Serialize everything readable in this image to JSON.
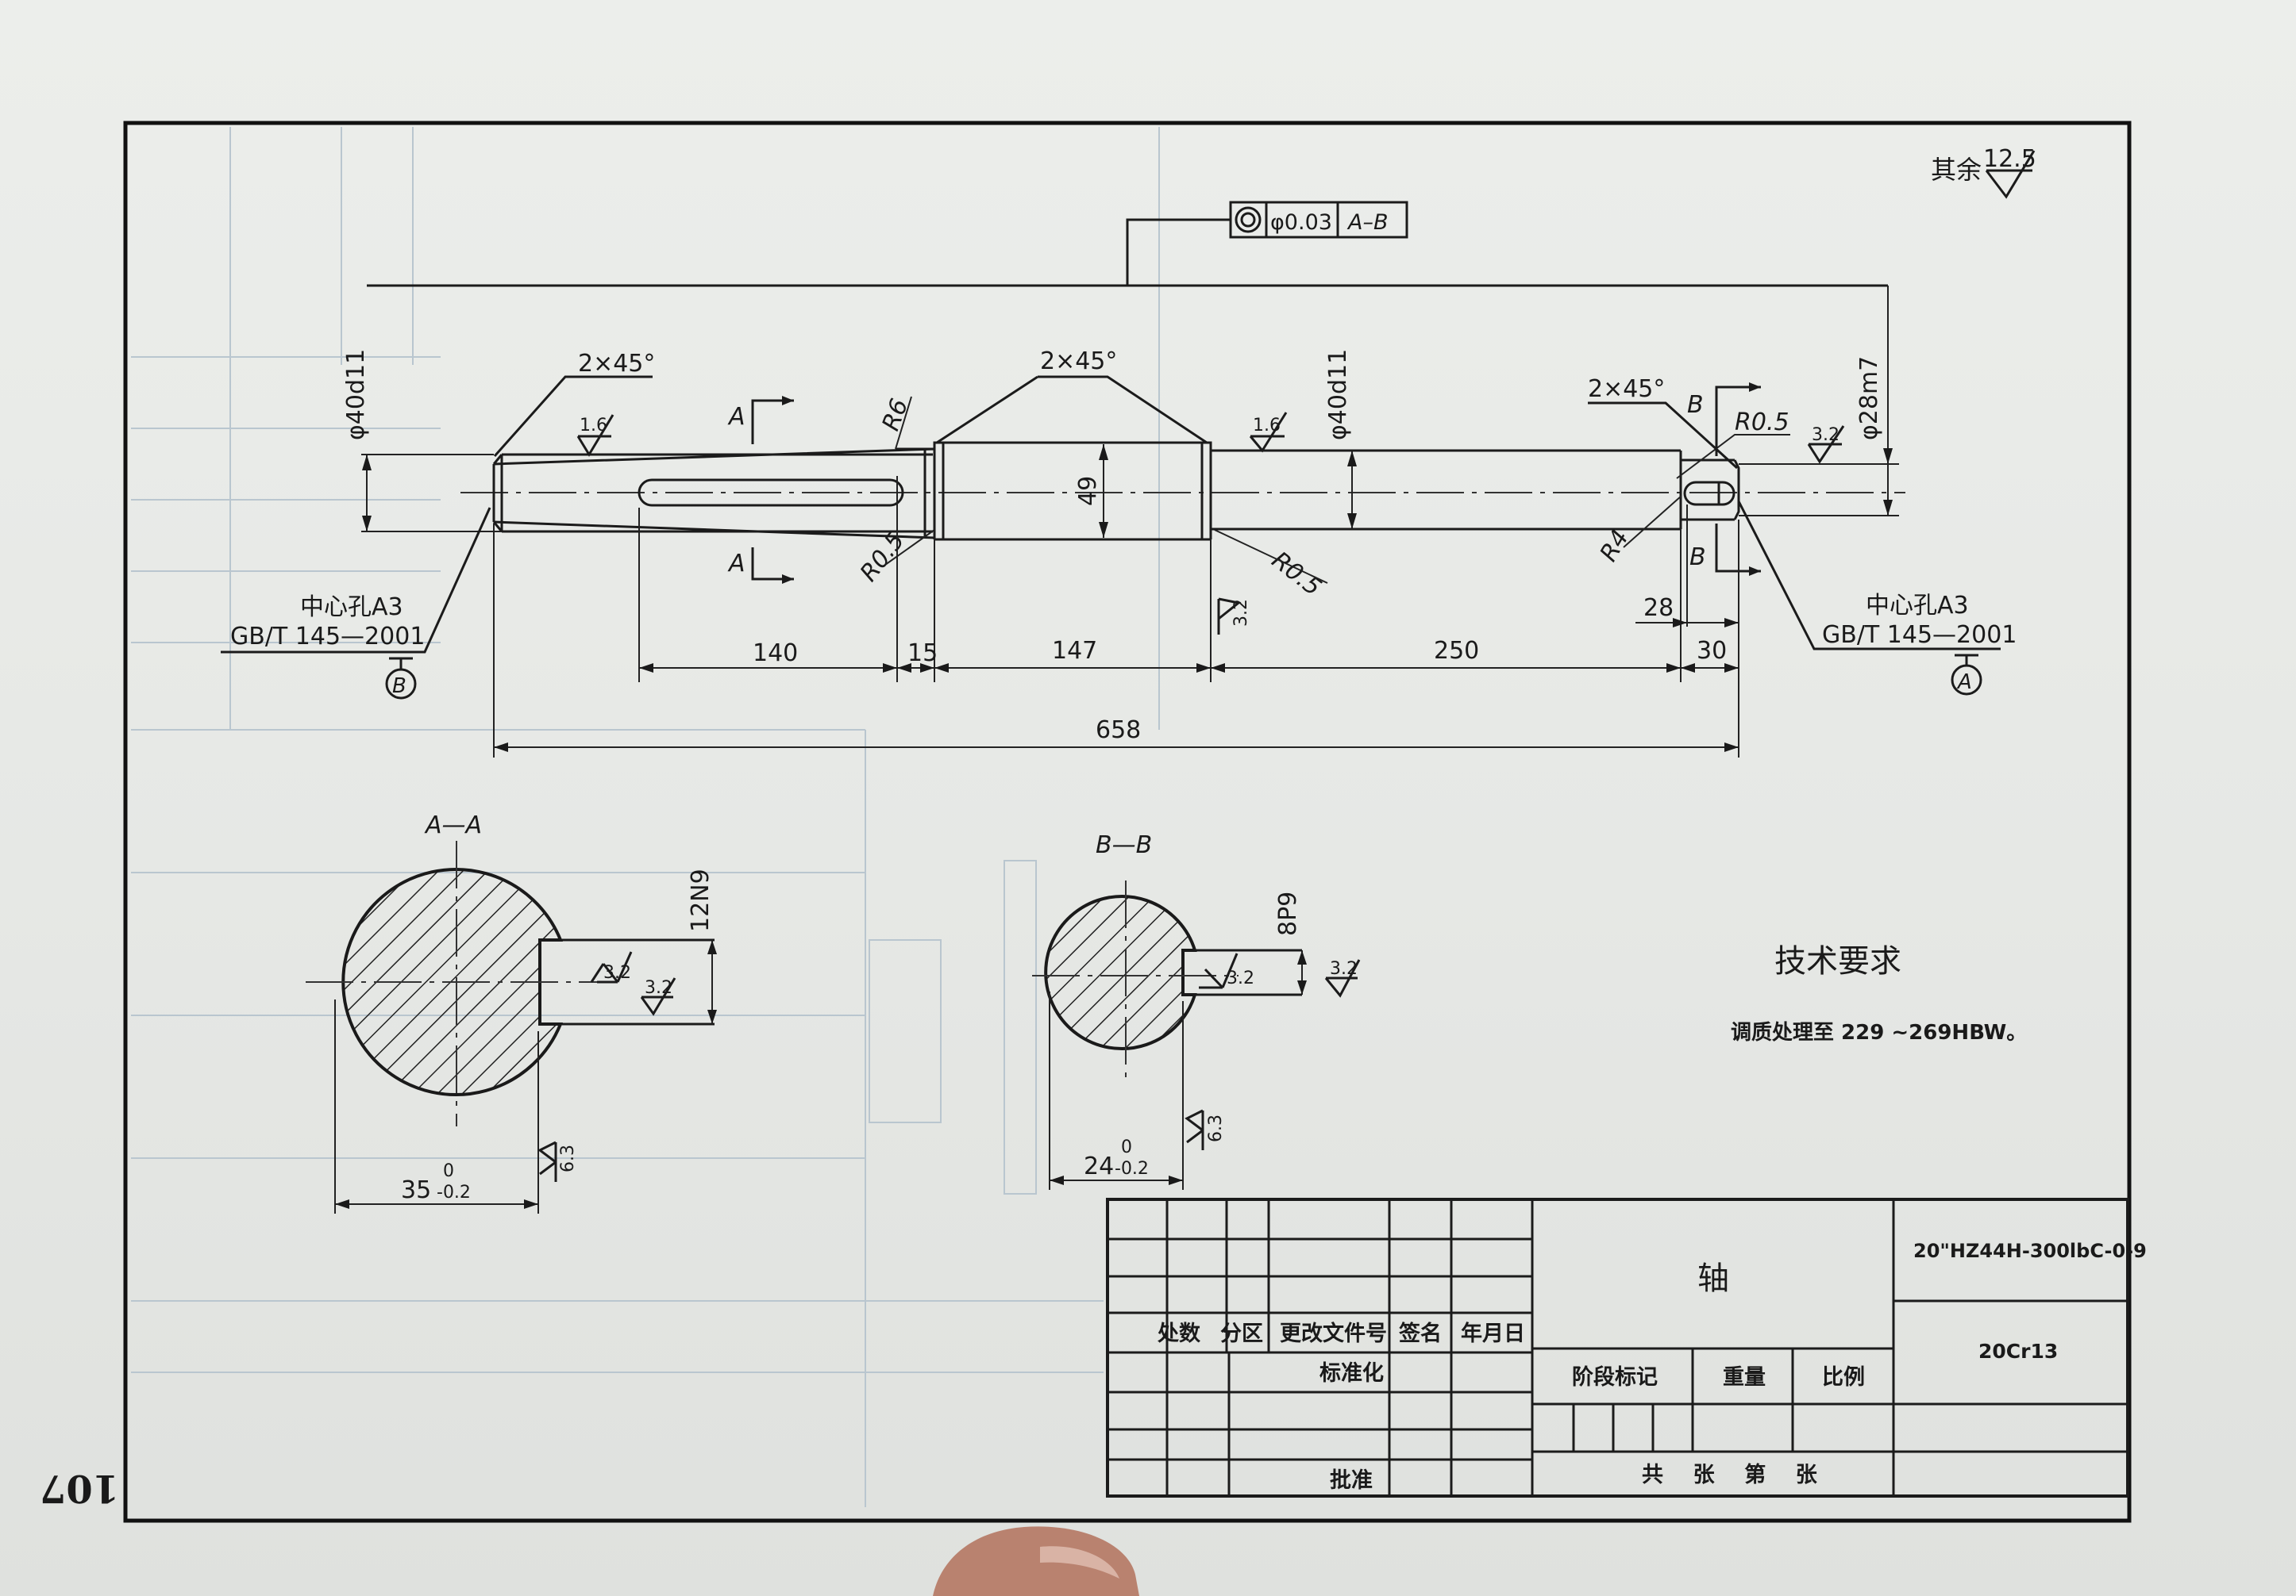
{
  "page_number": "107",
  "roughness_other": {
    "label": "其余",
    "value": "12.5"
  },
  "tolerance_frame": {
    "symbol": "◎",
    "value": "φ0.03",
    "datum": "A–B"
  },
  "chamfer_left": "2×45°",
  "chamfer_mid": "2×45°",
  "chamfer_right": "2×45°",
  "diam_left": "φ40d11",
  "diam_mid": "φ40d11",
  "diam_right": "φ28m7",
  "diam_collar": "49",
  "radii": {
    "r6": "R6",
    "r05_a": "R0.5",
    "r05_b": "R0.5",
    "r05_c": "R0.5",
    "r4": "R4"
  },
  "roughness": {
    "r1": "1.6",
    "r2": "1.6",
    "r3": "3.2",
    "r4": "3.2",
    "aa1": "3.2",
    "aa2": "3.2",
    "aa3": "6.3",
    "bb1": "3.2",
    "bb2": "3.2",
    "bb3": "6.3"
  },
  "section_markers": {
    "a": "A",
    "b": "B"
  },
  "lengths": {
    "l140": "140",
    "l15": "15",
    "l147": "147",
    "l250": "250",
    "l28": "28",
    "l30": "30",
    "total": "658"
  },
  "center_hole_left": {
    "line1": "中心孔A3",
    "line2": "GB/T 145—2001",
    "datum": "B"
  },
  "center_hole_right": {
    "line1": "中心孔A3",
    "line2": "GB/T 145—2001",
    "datum": "A"
  },
  "section_aa": {
    "title": "A—A",
    "key": "12N9",
    "width": "35",
    "tol_up": "0",
    "tol_low": "-0.2"
  },
  "section_bb": {
    "title": "B—B",
    "key": "8P9",
    "width": "24",
    "tol_up": "0",
    "tol_low": "-0.2"
  },
  "tech_req": {
    "title": "技术要求",
    "text": "调质处理至 229 ~269HBW。"
  },
  "title_block": {
    "name": "轴",
    "drawing_no": "20\"HZ44H-300lbC-0-9",
    "material": "20Cr13",
    "hdr_count": "处数",
    "hdr_zone": "分区",
    "hdr_doc": "更改文件号",
    "hdr_sign": "签名",
    "hdr_date": "年月日",
    "standardize": "标准化",
    "approve": "批准",
    "stage": "阶段标记",
    "weight": "重量",
    "scale": "比例",
    "sheets": "共    张    第    张"
  },
  "colors": {
    "paper": "#e6e8e5",
    "ink": "#1b1b1b",
    "bleed": "#b9c6cf"
  }
}
